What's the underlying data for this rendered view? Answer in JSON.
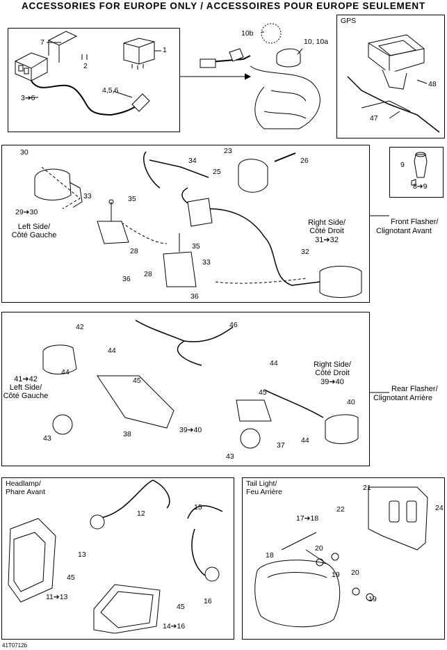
{
  "title": "ACCESSORIES FOR EUROPE ONLY / ACCESSOIRES POUR EUROPE SEULEMENT",
  "panels": {
    "gps": "GPS",
    "headlamp": [
      "Headlamp/",
      "Phare Avant"
    ],
    "tail": [
      "Tail Light/",
      "Feu Arrière"
    ]
  },
  "groups": {
    "front_flasher": [
      "Front Flasher/",
      "Clignotant Avant"
    ],
    "rear_flasher": [
      "Rear Flasher/",
      "Clignotant Arrière"
    ]
  },
  "sides": {
    "front_left": [
      "Left Side/",
      "Côté Gauche"
    ],
    "front_right": [
      "Right Side/",
      "Côté Droit",
      "31➔32"
    ],
    "rear_left": [
      "41➔42",
      "Left Side/",
      "Côté Gauche"
    ],
    "rear_right": [
      "Right Side/",
      "Côté Droit",
      "39➔40"
    ]
  },
  "callouts": {
    "p1": [
      "7",
      "1",
      "2",
      "3➔6",
      "4,5,6",
      "10b",
      "10, 10a"
    ],
    "gps": [
      "48",
      "47"
    ],
    "bulb": [
      "9",
      "8➔9"
    ],
    "front": [
      "30",
      "29➔30",
      "33",
      "35",
      "34",
      "23",
      "26",
      "25",
      "28",
      "35",
      "36",
      "28",
      "33",
      "36",
      "32"
    ],
    "rear": [
      "42",
      "44",
      "44",
      "45",
      "43",
      "38",
      "39➔40",
      "46",
      "44",
      "45",
      "37",
      "44",
      "43",
      "40"
    ],
    "head": [
      "12",
      "15",
      "13",
      "45",
      "11➔13",
      "45",
      "14➔16",
      "16"
    ],
    "tail": [
      "21",
      "22",
      "24",
      "17➔18",
      "18",
      "20",
      "19",
      "20",
      "19"
    ]
  },
  "code": "41T0712b"
}
